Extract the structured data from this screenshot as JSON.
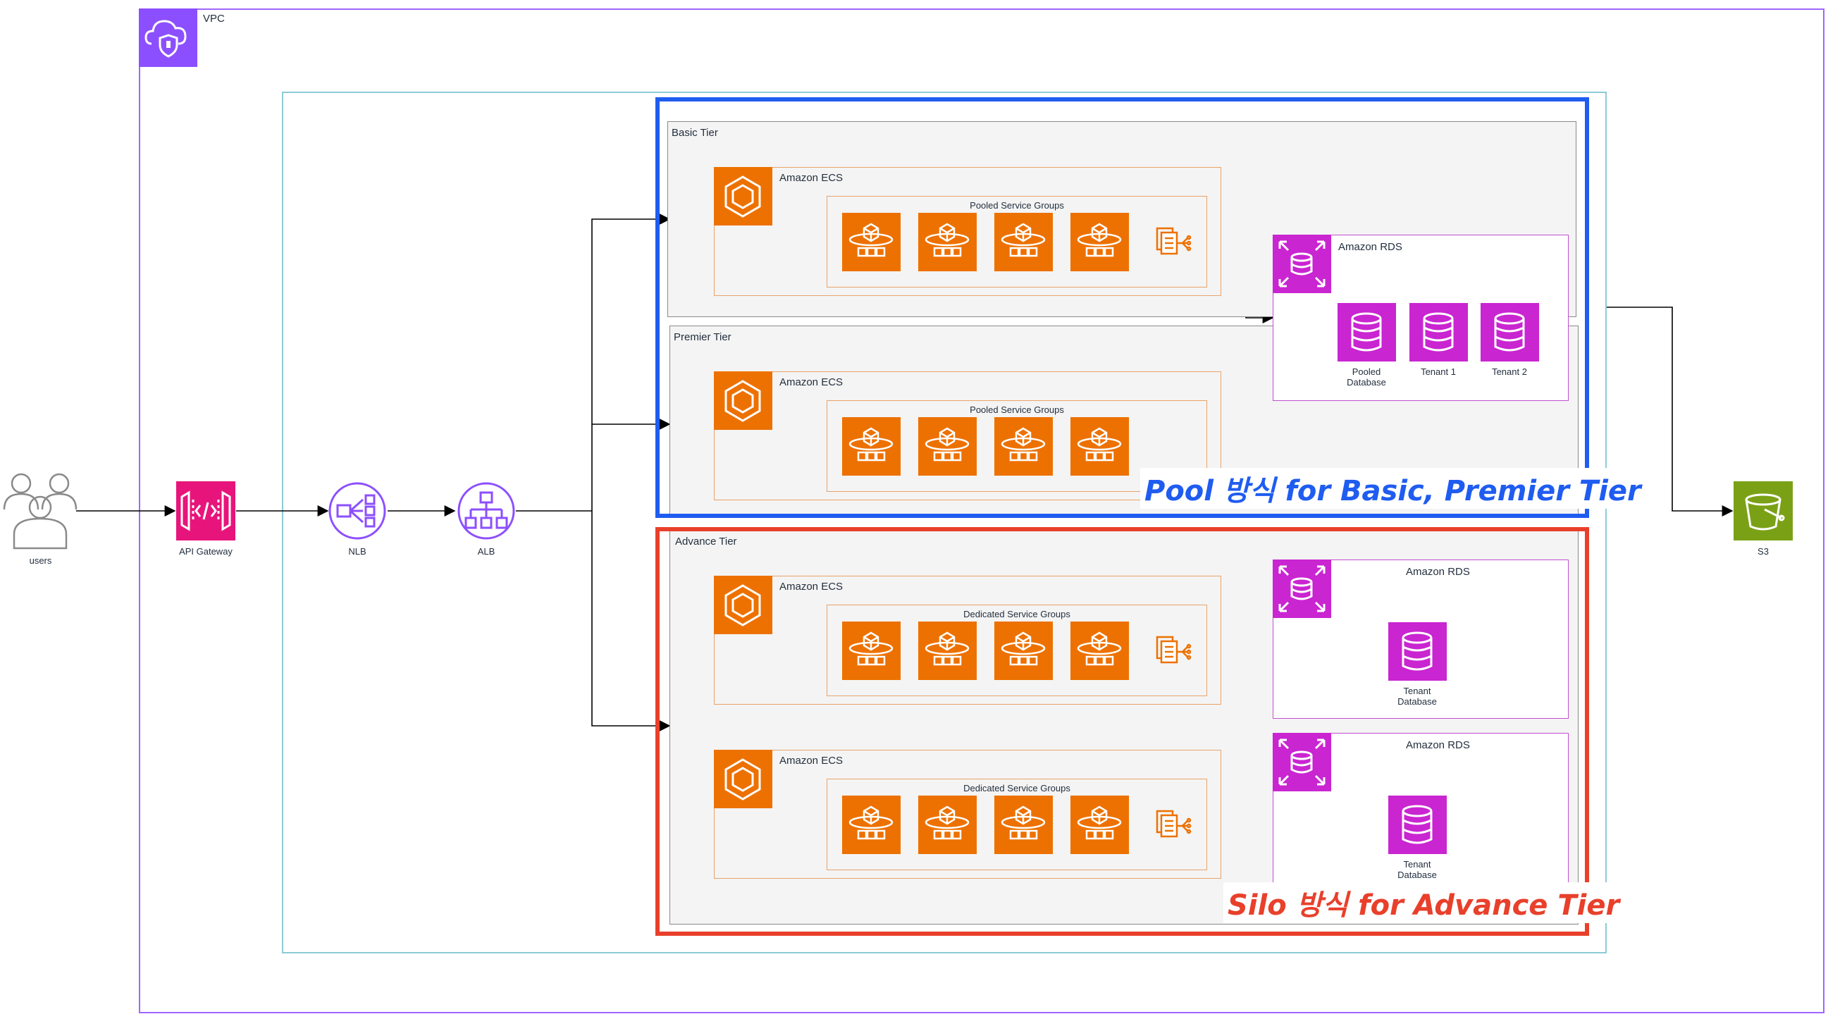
{
  "vpc": {
    "label": "VPC"
  },
  "users": {
    "label": "users"
  },
  "api_gateway": {
    "label": "API Gateway"
  },
  "nlb": {
    "label": "NLB"
  },
  "alb": {
    "label": "ALB"
  },
  "s3": {
    "label": "S3"
  },
  "tiers": {
    "basic": {
      "label": "Basic Tier",
      "ecs_label": "Amazon ECS",
      "group_label": "Pooled Service Groups"
    },
    "premier": {
      "label": "Premier Tier",
      "ecs_label": "Amazon ECS",
      "group_label": "Pooled Service Groups"
    },
    "advance": {
      "label": "Advance Tier",
      "ecs1_label": "Amazon ECS",
      "group1_label": "Dedicated Service Groups",
      "ecs2_label": "Amazon ECS",
      "group2_label": "Dedicated Service Groups"
    }
  },
  "rds_pool": {
    "label": "Amazon RDS",
    "databases": [
      {
        "line1": "Pooled",
        "line2": "Database"
      },
      {
        "line1": "Tenant 1",
        "line2": ""
      },
      {
        "line1": "Tenant 2",
        "line2": ""
      }
    ]
  },
  "rds_silo": [
    {
      "label": "Amazon RDS",
      "db_line1": "Tenant",
      "db_line2": "Database"
    },
    {
      "label": "Amazon RDS",
      "db_line1": "Tenant",
      "db_line2": "Database"
    }
  ],
  "callouts": {
    "pool": "Pool 방식 for Basic, Premier Tier",
    "silo": "Silo 방식 for Advance Tier"
  },
  "colors": {
    "vpc": "#8c4fff",
    "compute": "#ed7100",
    "database": "#c925d1",
    "api_gateway": "#e7157b",
    "storage": "#7aa116",
    "pool_highlight": "#1f5cf0",
    "silo_highlight": "#e8402b"
  }
}
